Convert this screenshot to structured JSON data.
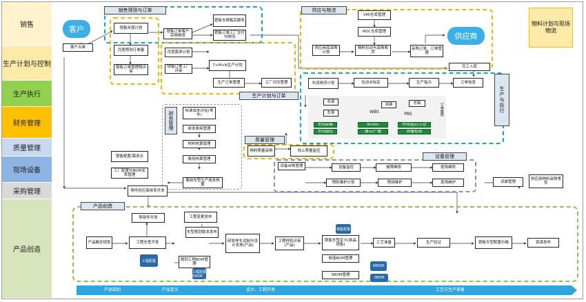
{
  "lanes": {
    "sales": "销售",
    "planning": "生产计划与控制",
    "execution": "生产执行",
    "finance": "财务管理",
    "quality": "质量管理",
    "equipment": "现场设备",
    "purchase": "采购管理",
    "product": "产品创造"
  },
  "groups": {
    "sales_forecast": "销售预测与订单",
    "supply": "供应与物流",
    "material_plan": "物料计划与现场物流",
    "prod_plan": "生产计划与订单",
    "prod_exec": "生产与执行",
    "finance": "财务管理",
    "quality": "质量管理",
    "equipment": "设备管理",
    "product": "产品创造"
  },
  "clouds": {
    "customer": "客户",
    "supplier": "供应商"
  },
  "boxes": {
    "customer_order": "客户点单",
    "sales_plan": "销售年度计划",
    "order_mgmt": "月度预测订单量",
    "sales_review": "销售订单管理销评审",
    "dealer_order": "销售订单客户实物物流",
    "sales_service": "销售车辆售后服务",
    "sales_factory": "销售订单工厂交付与物流",
    "monthly_plan": "月度需求计划",
    "sales_order_factory": "销售订单工厂评审",
    "plan_7mn": "7+M+N生产计划",
    "prod_order": "生产订单管理",
    "factory_calendar": "工厂日历管理",
    "vmi": "VMI仓库管理",
    "rdc": "RDC仓库管理",
    "supplier_proc": "供应商库采购计划",
    "mat_pull": "物料拉动与采购收货",
    "purchase_order": "采购订单、订单管理",
    "complete_stock": "完工入库",
    "workshop_seq": "车间排序计划",
    "pull_trigger": "拉动点标定",
    "prod_display": "生产指示",
    "order_info": "订单信息",
    "body": "车架",
    "paint": "车身",
    "wbs": "WBS",
    "coat": "涂装",
    "assembly": "总装",
    "pbs": "PBS",
    "order_tracking": "订单跟踪",
    "g1": "车间采集",
    "g2": "车间监控",
    "andon": "Andon",
    "display": "展示/广播",
    "work_exec": "作业指示/工位",
    "quality_trace": "质量检测",
    "std_cost": "标准成本评估(零件)",
    "prod_cost": "研发费用管理",
    "material_cost": "材料核算管理",
    "cost_mgmt": "费用核算管理",
    "vehicle_cost": "事前车型生产成本核算",
    "quality_event": "物料质量采购",
    "online_quality": "线上质量监控",
    "equip_base": "设备台账管理",
    "equip_monitor": "设备监控",
    "fault_repair": "故障维修",
    "preventive": "预防维护计划",
    "predict": "预测维护",
    "site_repair": "现场维修",
    "site_maint": "现场维护",
    "sales_config": "销售配置/需求点",
    "factory_bom": "工厂配置与BOM关系管理",
    "parts_supply": "零件供应商体系开发",
    "trial_mgmt": "试装管理",
    "supplier_order": "供应商物料采购零件",
    "plan_product": "产品概念规划",
    "eng_change": "工程变更发布",
    "parts_dev": "零部件开发",
    "type_release": "车型规划版本发布",
    "dev_design": "研发样车试制与设计发放(产品)",
    "eng_design": "工程车型开发",
    "eng_cfg": "工程配置",
    "prog_bom": "规划工程BOM管理",
    "eng_review": "工程样机评审(产品)",
    "sales_cfg": "销售车型定义(新品销售)",
    "mfg_bom": "制造BOM管理",
    "sbom": "SBOM管理",
    "process_plan": "工艺准备",
    "prod_verify": "生产验证",
    "sales_price": "销售车型配置价格",
    "resource_release": "资源发布",
    "cyl1": "销售配置",
    "cyl2": "工程配置EBOM",
    "cyl3": "MBOM",
    "cyl4": "SBOM"
  },
  "timeline": {
    "s1": "产品规划",
    "s2": "产品定义",
    "s3": "设计、工程开发",
    "s4": "工艺与生产准备"
  },
  "colors": {
    "sales": "#fde9a8",
    "planning": "#fde9a8",
    "execution": "#92d050",
    "finance": "#ffc000",
    "quality": "#c6d9f1",
    "equipment": "#8eb4e3",
    "purchase": "#d9d9d9",
    "product": "#d8e4bc"
  }
}
